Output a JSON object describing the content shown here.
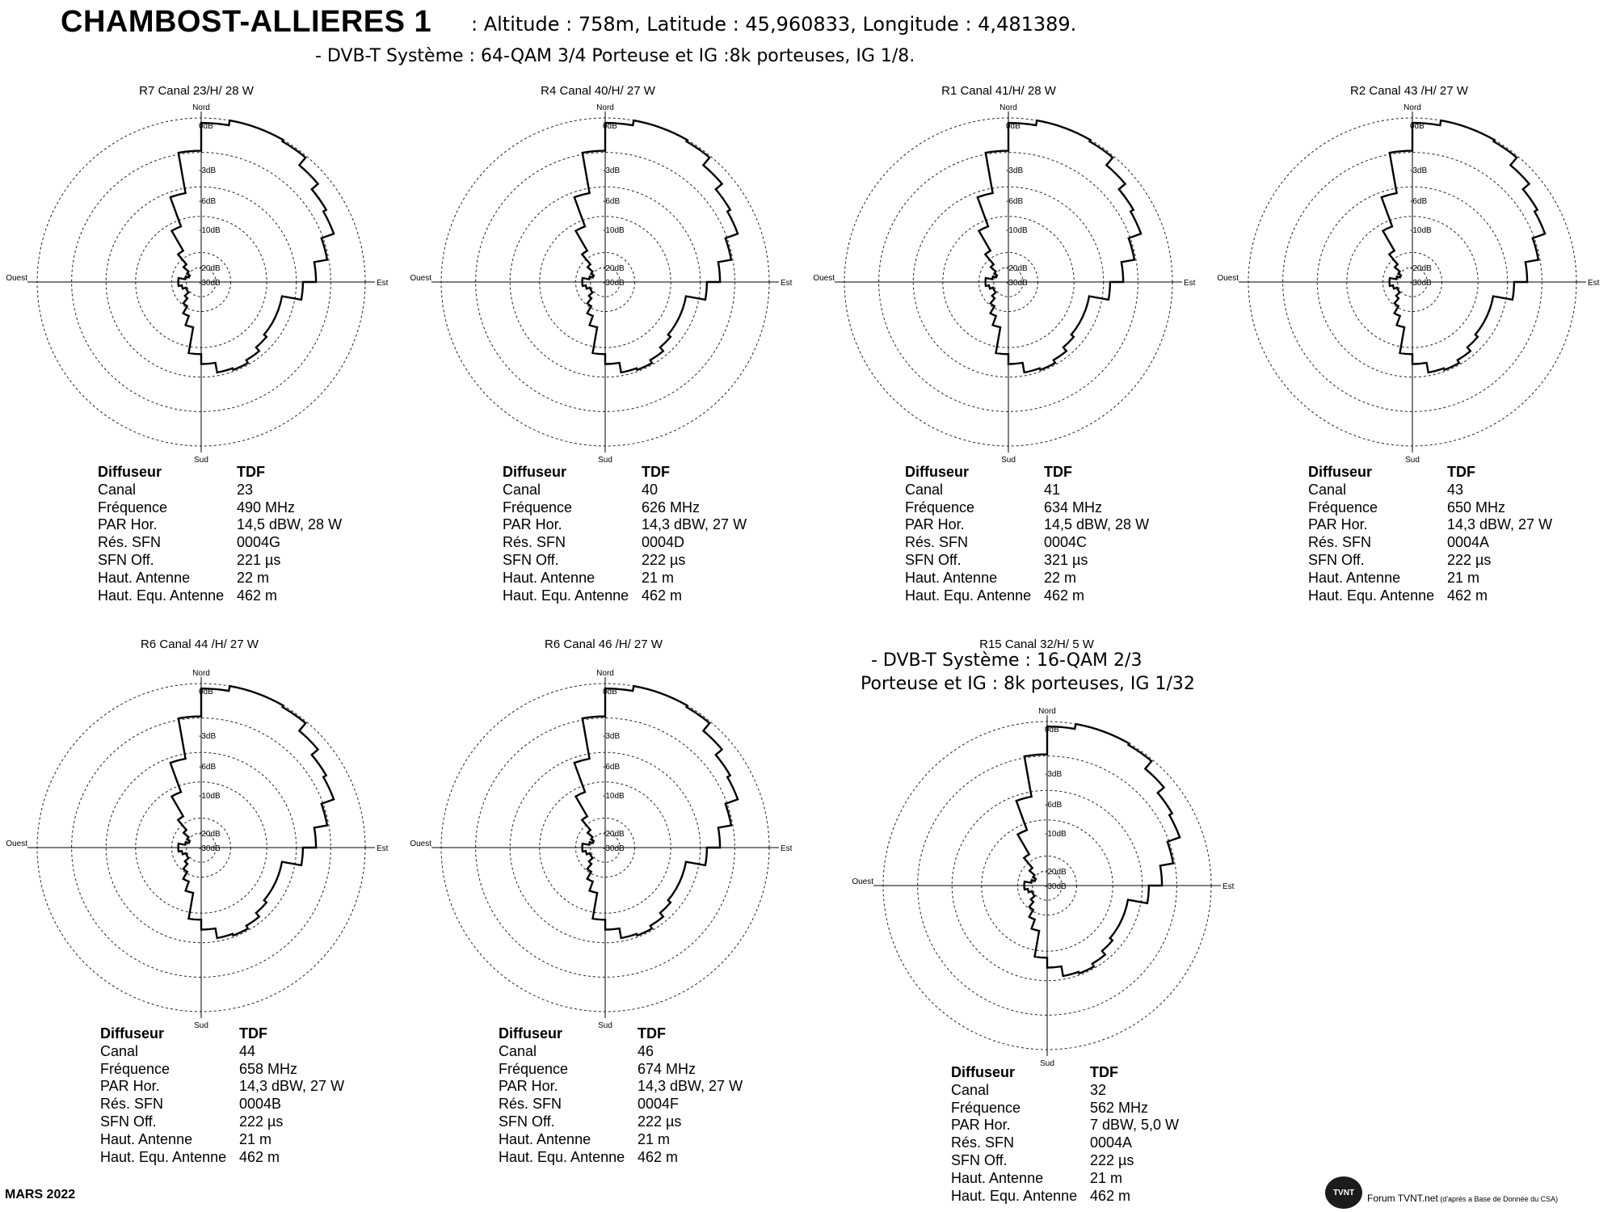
{
  "header": {
    "site": "CHAMBOST-ALLIERES 1",
    "info": ": Altitude : 758m, Latitude : 45,960833, Longitude : 4,481389.",
    "system": "- DVB-T  Système : 64-QAM 3/4   Porteuse et IG :8k porteuses, IG 1/8."
  },
  "labels": {
    "north": "Nord",
    "south": "Sud",
    "east": "Est",
    "west": "Ouest",
    "rings": [
      "0 dB",
      "-3 dB",
      "-6 dB",
      "-10 dB",
      "-20 dB",
      "-30 dB"
    ]
  },
  "table_keys": [
    "Diffuseur",
    "Canal",
    "Fréquence",
    "PAR Hor.",
    "Rés. SFN",
    "SFN Off.",
    "Haut. Antenne",
    "Haut. Equ. Antenne"
  ],
  "muxes": [
    {
      "label": "R7   Canal 23/H/ 28 W",
      "values": [
        "TDF",
        "23",
        "490 MHz",
        "14,5 dBW, 28 W",
        "0004G",
        "221 µs",
        "22 m",
        "462 m"
      ]
    },
    {
      "label": "R4  Canal 40/H/ 27 W",
      "values": [
        "TDF",
        "40",
        "626 MHz",
        "14,3 dBW, 27 W",
        "0004D",
        "222 µs",
        "21 m",
        "462 m"
      ]
    },
    {
      "label": "R1  Canal  41/H/ 28 W",
      "values": [
        "TDF",
        "41",
        "634 MHz",
        "14,5 dBW, 28 W",
        "0004C",
        "321 µs",
        "22 m",
        "462 m"
      ]
    },
    {
      "label": "R2  Canal 43 /H/ 27 W",
      "values": [
        "TDF",
        "43",
        "650 MHz",
        "14,3 dBW, 27 W",
        "0004A",
        "222 µs",
        "21 m",
        "462 m"
      ]
    },
    {
      "label": "R6   Canal 44 /H/  27 W",
      "values": [
        "TDF",
        "44",
        "658 MHz",
        "14,3 dBW, 27 W",
        "0004B",
        "222 µs",
        "21 m",
        "462 m"
      ]
    },
    {
      "label": "R6   Canal 46 /H/  27 W",
      "values": [
        "TDF",
        "46",
        "674 MHz",
        "14,3 dBW, 27 W",
        "0004F",
        "222 µs",
        "21 m",
        "462 m"
      ]
    },
    {
      "label": "R15   Canal 32/H/ 5 W",
      "values": [
        "TDF",
        "32",
        "562 MHz",
        "7 dBW, 5,0 W",
        "0004A",
        "222 µs",
        "21 m",
        "462 m"
      ]
    }
  ],
  "r15_note": {
    "line1": "- DVB-T  Système : 16-QAM 2/3",
    "line2": "Porteuse et IG : 8k porteuses, IG 1/32"
  },
  "footer": {
    "date": "MARS 2022",
    "logo": "TVNT",
    "credit": "Forum TVNT.net",
    "credit_small": " (d'après a Base de Donnée du CSA)"
  }
}
